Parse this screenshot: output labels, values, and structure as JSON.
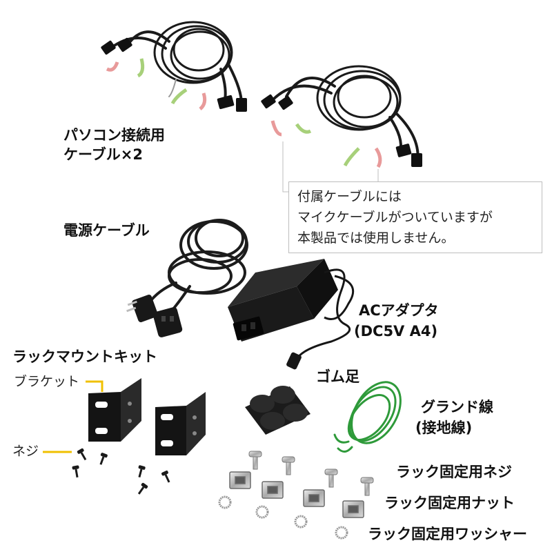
{
  "labels": {
    "pc_cable": [
      "パソコン接続用",
      "ケーブル×2"
    ],
    "power_cable": "電源ケーブル",
    "ac_adapter": [
      "ACアダプタ",
      "(DC5V A4)"
    ],
    "rack_kit": "ラックマウントキット",
    "bracket": "ブラケット",
    "screw": "ネジ",
    "rubber_feet": "ゴム足",
    "ground_wire": [
      "グランド線",
      "(接地線)"
    ],
    "rack_screw": "ラック固定用ネジ",
    "rack_nut": "ラック固定用ナット",
    "rack_washer": "ラック固定用ワッシャー"
  },
  "note": [
    "付属ケーブルには",
    "マイクケーブルがついていますが",
    "本製品では使用しません。"
  ],
  "colors": {
    "accent_line": "#f0c000",
    "note_border": "#bdbdbd",
    "cable": "#1a1a1a",
    "audio_pink": "#e89a9a",
    "audio_green": "#a7d07a",
    "ground_green": "#2e9a3a"
  }
}
